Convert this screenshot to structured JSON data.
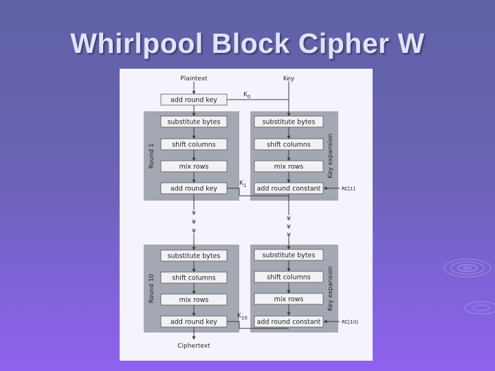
{
  "slide": {
    "title": "Whirlpool Block Cipher W"
  },
  "diagram": {
    "plaintext": "Plaintext",
    "key": "Key",
    "ciphertext": "Ciphertext",
    "k0": "K",
    "k0_sub": "0",
    "k1": "K",
    "k1_sub": "1",
    "k10": "K",
    "k10_sub": "10",
    "add_round_key": "add round key",
    "substitute_bytes": "substitute bytes",
    "shift_columns": "shift columns",
    "mix_rows": "mix rows",
    "add_round_constant": "add round constant",
    "round1": "Round 1",
    "round10": "Round 10",
    "key_expansion": "Key expansion",
    "rc1": "RC[1]",
    "rc10": "RC[10]",
    "ellipsis_mark": "¥"
  },
  "colors": {
    "panel": "#f5f3fb",
    "round_box": "#a4a8b3",
    "block": "#f2f2f6",
    "line": "#3a3a3a"
  }
}
